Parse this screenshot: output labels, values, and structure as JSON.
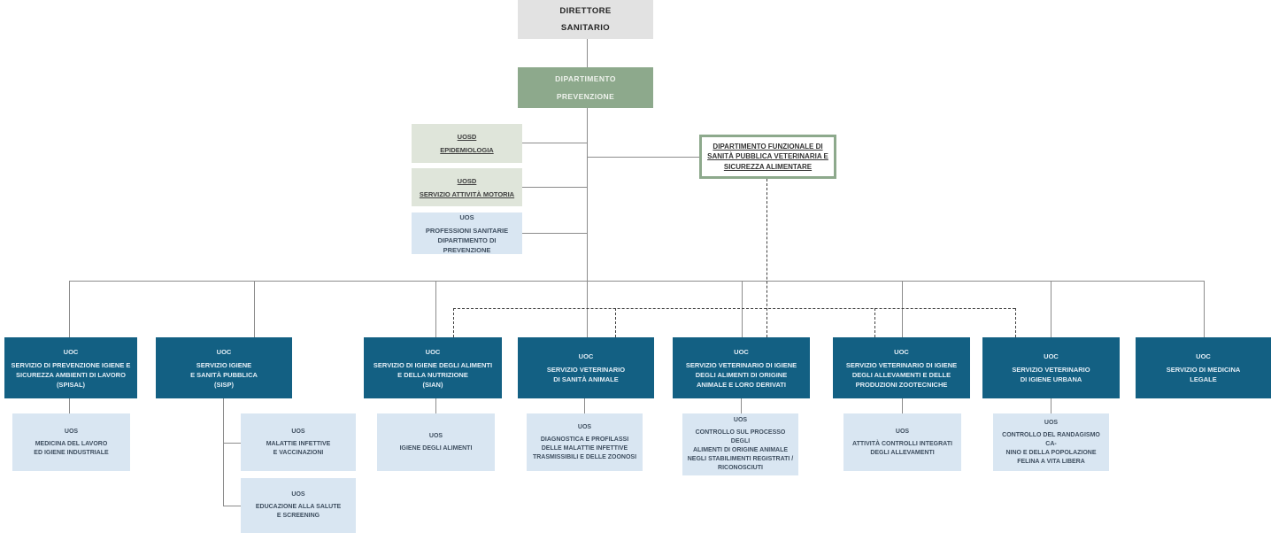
{
  "direttore": {
    "label": "DIRETTORE\nSANITARIO"
  },
  "dipartimento": {
    "label": "DIPARTIMENTO\nPREVENZIONE"
  },
  "funzionale": {
    "label": "DIPARTIMENTO FUNZIONALE DI\nSANITÀ PUBBLICA VETERINARIA E\nSICUREZZA ALIMENTARE"
  },
  "staff": [
    {
      "tag": "UOSD",
      "name": "EPIDEMIOLOGIA"
    },
    {
      "tag": "UOSD",
      "name": "SERVIZIO ATTIVITÀ MOTORIA"
    },
    {
      "tag": "UOS",
      "name": "PROFESSIONI SANITARIE\nDIPARTIMENTO DI PREVENZIONE"
    }
  ],
  "uoc": [
    {
      "tag": "UOC",
      "name": "SERVIZIO DI PREVENZIONE IGIENE E\nSICUREZZA AMBIENTI DI LAVORO\n(SPISAL)"
    },
    {
      "tag": "UOC",
      "name": "SERVIZIO IGIENE\nE SANITÀ PUBBLICA\n(SISP)"
    },
    {
      "tag": "UOC",
      "name": "SERVIZIO DI IGIENE DEGLI ALIMENTI\nE DELLA NUTRIZIONE\n(SIAN)"
    },
    {
      "tag": "UOC",
      "name": "SERVIZIO VETERINARIO\nDI SANITÀ ANIMALE"
    },
    {
      "tag": "UOC",
      "name": "SERVIZIO VETERINARIO DI IGIENE\nDEGLI ALIMENTI DI ORIGINE\nANIMALE E LORO DERIVATI"
    },
    {
      "tag": "UOC",
      "name": "SERVIZIO VETERINARIO DI IGIENE\nDEGLI ALLEVAMENTI E DELLE\nPRODUZIONI ZOOTECNICHE"
    },
    {
      "tag": "UOC",
      "name": "SERVIZIO VETERINARIO\nDI IGIENE URBANA"
    },
    {
      "tag": "UOC",
      "name": "SERVIZIO DI MEDICINA\nLEGALE"
    }
  ],
  "uos": [
    {
      "tag": "UOS",
      "name": "MEDICINA DEL LAVORO\nED IGIENE INDUSTRIALE"
    },
    {
      "tag": "UOS",
      "name": "MALATTIE INFETTIVE\nE VACCINAZIONI"
    },
    {
      "tag": "UOS",
      "name": "EDUCAZIONE ALLA SALUTE\nE SCREENING"
    },
    {
      "tag": "UOS",
      "name": "IGIENE DEGLI ALIMENTI"
    },
    {
      "tag": "UOS",
      "name": "DIAGNOSTICA E PROFILASSI\nDELLE MALATTIE INFETTIVE\nTRASMISSIBILI E DELLE ZOONOSI"
    },
    {
      "tag": "UOS",
      "name": "CONTROLLO SUL PROCESSO DEGLI\nALIMENTI DI ORIGINE ANIMALE\nNEGLI STABILIMENTI REGISTRATI /\nRICONOSCIUTI"
    },
    {
      "tag": "UOS",
      "name": "ATTIVITÀ CONTROLLI INTEGRATI\nDEGLI ALLEVAMENTI"
    },
    {
      "tag": "UOS",
      "name": "CONTROLLO DEL RANDAGISMO CA-\nNINO E DELLA POPOLAZIONE\nFELINA A VITA LIBERA"
    }
  ],
  "colors": {
    "uoc_blue": "#136083",
    "uos_light_blue": "#d9e6f2",
    "department_green": "#8da98c",
    "staff_light_sage": "#dfe5da",
    "director_gray": "#e2e2e2",
    "solid_line": "#8c8c8c",
    "dashed_line": "#404040"
  }
}
